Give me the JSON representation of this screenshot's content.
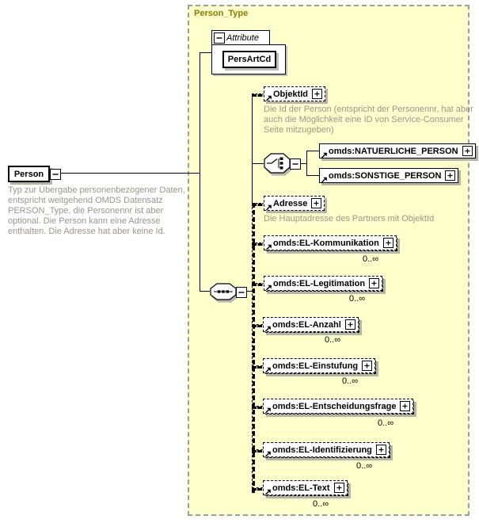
{
  "root": {
    "label": "Person",
    "annotation": "Typ zur Übergabe personenbezogener Daten, entspricht weitgehend OMDS Datensatz PERSON_Type, die Personennr ist aber optional. Die Person kann eine Adresse enthalten. Die Adresse hat aber keine Id."
  },
  "container": {
    "title": "Person_Type"
  },
  "attribute_group": {
    "label": "Attribute",
    "attributes": [
      {
        "name": "PersArtCd"
      }
    ]
  },
  "children": [
    {
      "label": "ObjektId",
      "annotation": "Die Id der Person (entspricht der Personennr, hat aber auch die Möglichkeit eine ID von Service-Consumer Seite mitzugeben)"
    },
    {
      "label": "omds:NATUERLICHE_PERSON"
    },
    {
      "label": "omds:SONSTIGE_PERSON"
    },
    {
      "label": "Adresse",
      "annotation": "Die Hauptadresse des Partners mit ObjektId"
    },
    {
      "label": "omds:EL-Kommunikation",
      "occurrence": "0..∞"
    },
    {
      "label": "omds:EL-Legitimation",
      "occurrence": "0..∞"
    },
    {
      "label": "omds:EL-Anzahl",
      "occurrence": "0..∞"
    },
    {
      "label": "omds:EL-Einstufung",
      "occurrence": "0..∞"
    },
    {
      "label": "omds:EL-Entscheidungsfrage",
      "occurrence": "0..∞"
    },
    {
      "label": "omds:EL-Identifizierung",
      "occurrence": "0..∞"
    },
    {
      "label": "omds:EL-Text",
      "occurrence": "0..∞"
    }
  ],
  "colors": {
    "container_bg": "#FFFFCC",
    "title": "#847C00",
    "annotation": "#9C958B",
    "shadow": "#B6B4A8"
  }
}
